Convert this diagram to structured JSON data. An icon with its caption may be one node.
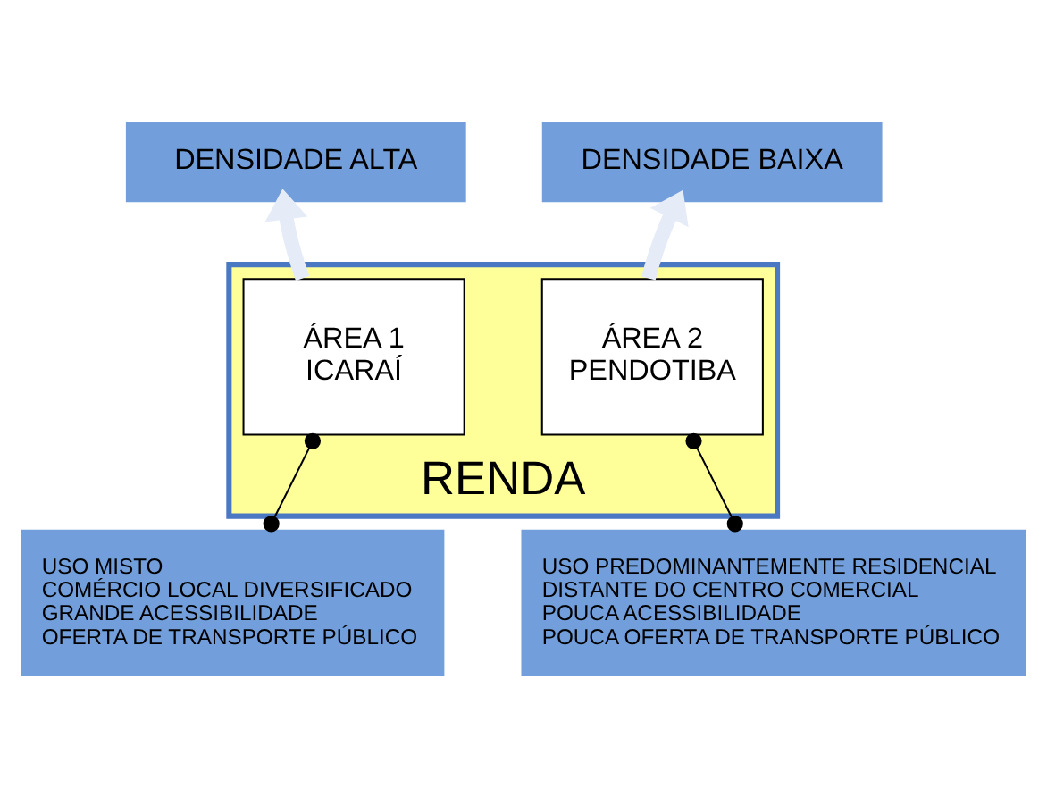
{
  "diagram": {
    "nodes": [
      {
        "text": [
          "DENSIDADE ALTA"
        ]
      },
      {
        "text": [
          "DENSIDADE BAIXA"
        ]
      },
      {
        "text": [
          "RENDA"
        ]
      },
      {
        "text": [
          "ÁREA 1",
          "ICARAÍ"
        ],
        "in": 2
      },
      {
        "text": [
          "ÁREA 2",
          "PENDOTIBA"
        ],
        "in": 2
      },
      {
        "text": [
          "USO MISTO",
          "COMÉRCIO LOCAL DIVERSIFICADO",
          "GRANDE ACESSIBILIDADE",
          "OFERTA DE TRANSPORTE PÚBLICO"
        ]
      },
      {
        "text": [
          "USO PREDOMINANTEMENTE RESIDENCIAL",
          "DISTANTE DO CENTRO COMERCIAL",
          "POUCA ACESSIBILIDADE",
          "POUCA OFERTA DE TRANSPORTE PÚBLICO"
        ]
      }
    ],
    "edges": [
      {
        "from": 3,
        "to": 0,
        "arrow": "to",
        "style": "thick",
        "color": "#e6ecf7"
      },
      {
        "from": 4,
        "to": 1,
        "arrow": "to",
        "style": "thick",
        "color": "#e6ecf7"
      },
      {
        "from": 3,
        "to": 5,
        "arrow": "other",
        "color": "#000000"
      },
      {
        "from": 4,
        "to": 6,
        "arrow": "other",
        "color": "#000000"
      }
    ]
  }
}
